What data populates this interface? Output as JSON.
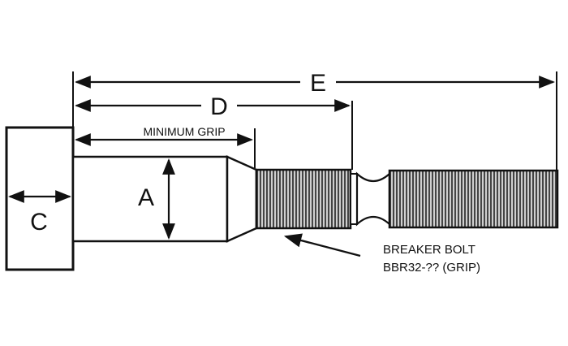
{
  "dimensions": {
    "a": "A",
    "c": "C",
    "d": "D",
    "e": "E",
    "minimum_grip": "MINIMUM GRIP"
  },
  "callout": {
    "line1": "BREAKER BOLT",
    "line2": "BBR32-?? (GRIP)"
  },
  "colors": {
    "ink": "#111111",
    "paper": "#ffffff",
    "thread": "#9a9a9a"
  }
}
